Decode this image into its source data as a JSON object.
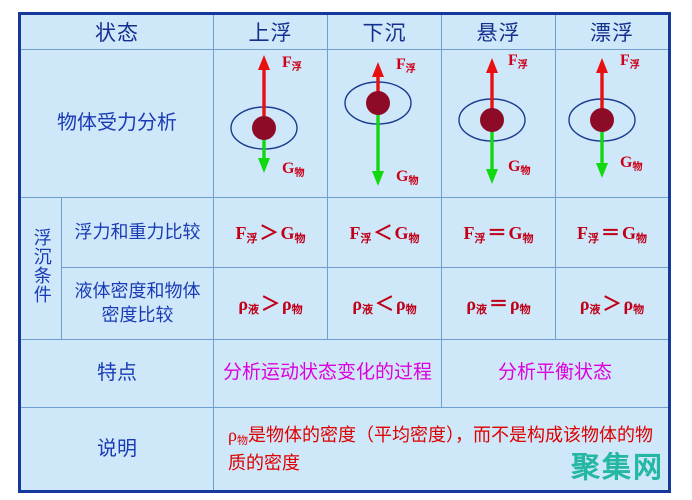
{
  "table": {
    "header": {
      "row_label": "状态",
      "states": [
        "上浮",
        "下沉",
        "悬浮",
        "漂浮"
      ]
    },
    "rows": {
      "force_analysis": {
        "label": "物体受力分析",
        "diagrams": [
          {
            "state": "上浮",
            "buoyancy_label": "F浮",
            "gravity_label": "G物",
            "buoyancy_arrow": "long-up",
            "gravity_arrow": "short-down"
          },
          {
            "state": "下沉",
            "buoyancy_label": "F浮",
            "gravity_label": "G物",
            "buoyancy_arrow": "short-up",
            "gravity_arrow": "long-down"
          },
          {
            "state": "悬浮",
            "buoyancy_label": "F浮",
            "gravity_label": "G物",
            "buoyancy_arrow": "equal-up",
            "gravity_arrow": "equal-down"
          },
          {
            "state": "漂浮",
            "buoyancy_label": "F浮",
            "gravity_label": "G物",
            "buoyancy_arrow": "equal-up",
            "gravity_arrow": "equal-down"
          }
        ]
      },
      "condition_group_label": "浮沉条件",
      "force_compare": {
        "label": "浮力和重力比较",
        "cells": [
          {
            "left": "F",
            "left_sub": "浮",
            "op": "＞",
            "right": "G",
            "right_sub": "物"
          },
          {
            "left": "F",
            "left_sub": "浮",
            "op": "＜",
            "right": "G",
            "right_sub": "物"
          },
          {
            "left": "F",
            "left_sub": "浮",
            "op": "＝",
            "right": "G",
            "right_sub": "物"
          },
          {
            "left": "F",
            "left_sub": "浮",
            "op": "＝",
            "right": "G",
            "right_sub": "物"
          }
        ]
      },
      "density_compare": {
        "label": "液体密度和物体密度比较",
        "cells": [
          {
            "left": "ρ",
            "left_sub": "液",
            "op": "＞",
            "right": "ρ",
            "right_sub": "物"
          },
          {
            "left": "ρ",
            "left_sub": "液",
            "op": "＜",
            "right": "ρ",
            "right_sub": "物"
          },
          {
            "left": "ρ",
            "left_sub": "液",
            "op": "＝",
            "right": "ρ",
            "right_sub": "物"
          },
          {
            "left": "ρ",
            "left_sub": "液",
            "op": "＞",
            "right": "ρ",
            "right_sub": "物"
          }
        ]
      },
      "features": {
        "label": "特点",
        "dynamic": "分析运动状态变化的过程",
        "equilibrium": "分析平衡状态"
      },
      "explanation": {
        "label": "说明",
        "text_prefix": "ρ",
        "text_sub": "物",
        "text_body": "是物体的密度（平均密度），而不是构成该物体的物质的密度"
      }
    }
  },
  "watermark": "聚集网",
  "colors": {
    "cell_background": "#cfe8f9",
    "outer_border": "#16379c",
    "inner_border": "#6f9fd0",
    "header_text": "#14308f",
    "label_text": "#1a3bb5",
    "formula_red": "#c00018",
    "note_red": "#dd0000",
    "magenta_text": "#dd00dd",
    "buoyancy_arrow": "#e81010",
    "gravity_arrow": "#12d812",
    "ball_fill": "#8e0b28",
    "ellipse_stroke": "#1a3b8f",
    "watermark_color": "#16b39a",
    "page_background": "#ffffff"
  }
}
